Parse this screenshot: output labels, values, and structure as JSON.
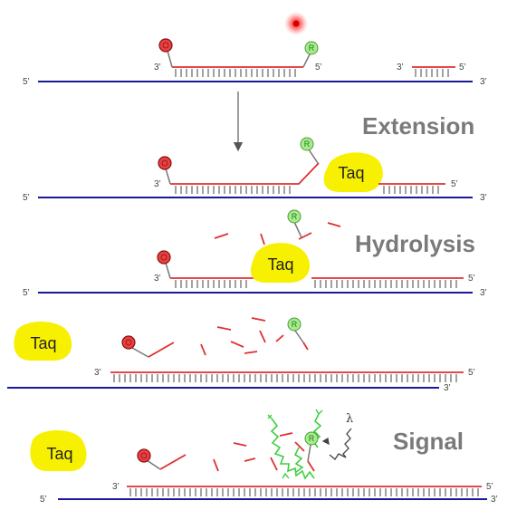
{
  "stages": {
    "extension": "Extension",
    "hydrolysis": "Hydrolysis",
    "signal": "Signal"
  },
  "labels": {
    "five_prime": "5’",
    "three_prime": "3’",
    "reporter": "R",
    "taq": "Taq",
    "lambda": "λ"
  },
  "colors": {
    "template_strand": "#1a1a99",
    "product_strand": "#e03030",
    "taq_fill": "#f7f000",
    "reporter_fill": "#a6ec8c",
    "quencher_fill": "#e84040",
    "emission": "#3fcf3f"
  },
  "icons": [
    "quencher-icon",
    "reporter-icon",
    "taq-polymerase-icon",
    "emission-wave-icon",
    "light-source-icon",
    "process-arrow-icon"
  ]
}
